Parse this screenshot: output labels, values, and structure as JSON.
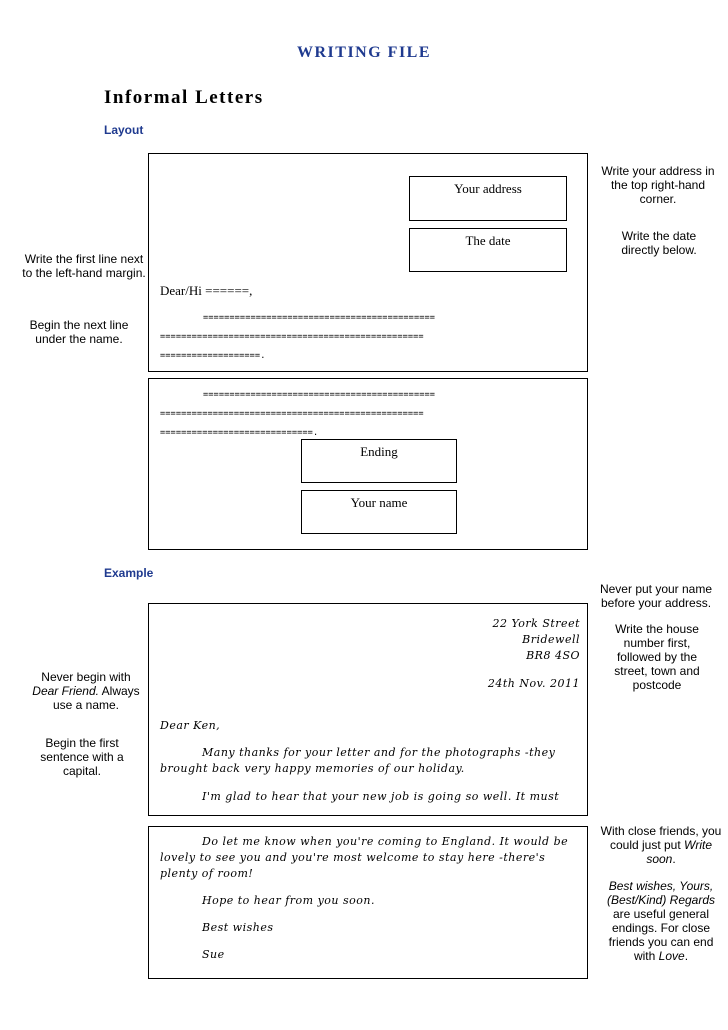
{
  "header": {
    "title": "WRITING FILE",
    "subtitle": "Informal Letters"
  },
  "layout": {
    "heading": "Layout",
    "labels": {
      "address": "Your address",
      "date": "The date",
      "ending": "Ending",
      "name": "Your name"
    },
    "greeting": "Dear/Hi ======,",
    "para1": {
      "line1": "============================================",
      "line2": "==================================================",
      "line3": "===================."
    },
    "para2": {
      "line1": "============================================",
      "line2": "==================================================",
      "line3": "=============================."
    },
    "notes": {
      "right_address": "Write your address in the top right-hand corner.",
      "right_date": "Write the date directly below.",
      "left_first_line": "Write the first line next to the left-hand margin.",
      "left_next_line": "Begin the next line under the name."
    }
  },
  "example": {
    "heading": "Example",
    "address": [
      "22 York Street",
      "Bridewell",
      "BR8 4SO"
    ],
    "date": "24th Nov. 2011",
    "greeting": "Dear Ken,",
    "para1_line1": "Many thanks for your letter and for the photographs -they",
    "para1_line2": "brought back very happy memories of our holiday.",
    "para2_line1": "I'm glad to hear that your new job is going so well. It must",
    "para3_line1": "Do let me know when you're coming to England. It would be",
    "para3_line2": "lovely to see you and you're most welcome to stay here -there's",
    "para3_line3": "plenty of room!",
    "para4": "Hope to hear from you soon.",
    "closing": "Best wishes",
    "signature": "Sue",
    "notes": {
      "right_never_put_name": "Never put your name before your address.",
      "right_house_number": "Write the house number first, followed by the street, town and postcode",
      "left_never_begin_pre": "Never begin with",
      "left_never_begin_em": "Dear Friend.",
      "left_never_begin_post": " Always use a name.",
      "left_capital": "Begin the first sentence with a capital.",
      "right_close_friends_pre": "With close friends, you could just put",
      "right_close_friends_em": "Write soon",
      "right_close_friends_post": ".",
      "right_best_wishes_em": "Best wishes, Yours, (Best/Kind) Regards",
      "right_best_wishes_post": " are useful general endings. For close friends you can end with",
      "right_love_em": "Love",
      "right_love_post": "."
    }
  }
}
